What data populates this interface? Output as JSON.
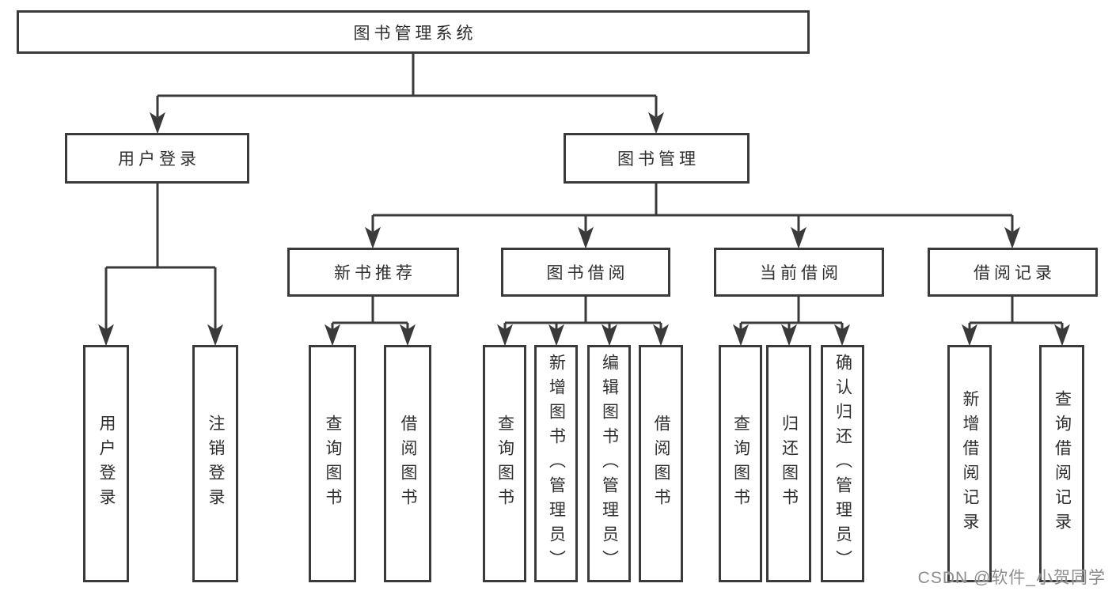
{
  "colors": {
    "line": "#3a3a3a",
    "box_border": "#3a3a3a",
    "text": "#2f2f2f",
    "watermark": "#8c8c8c",
    "background": "#ffffff"
  },
  "root": {
    "label": "图书管理系统"
  },
  "branches": [
    {
      "label": "用户登录",
      "leaves": [
        "用户登录",
        "注销登录"
      ]
    },
    {
      "label": "图书管理",
      "groups": [
        {
          "label": "新书推荐",
          "leaves": [
            "查询图书",
            "借阅图书"
          ]
        },
        {
          "label": "图书借阅",
          "leaves": [
            "查询图书",
            "新增图书（管理员）",
            "编辑图书（管理员）",
            "借阅图书"
          ]
        },
        {
          "label": "当前借阅",
          "leaves": [
            "查询图书",
            "归还图书",
            "确认归还（管理员）"
          ]
        },
        {
          "label": "借阅记录",
          "leaves": [
            "新增借阅记录",
            "查询借阅记录"
          ]
        }
      ]
    }
  ],
  "watermark": "CSDN @软件_小贺同学"
}
